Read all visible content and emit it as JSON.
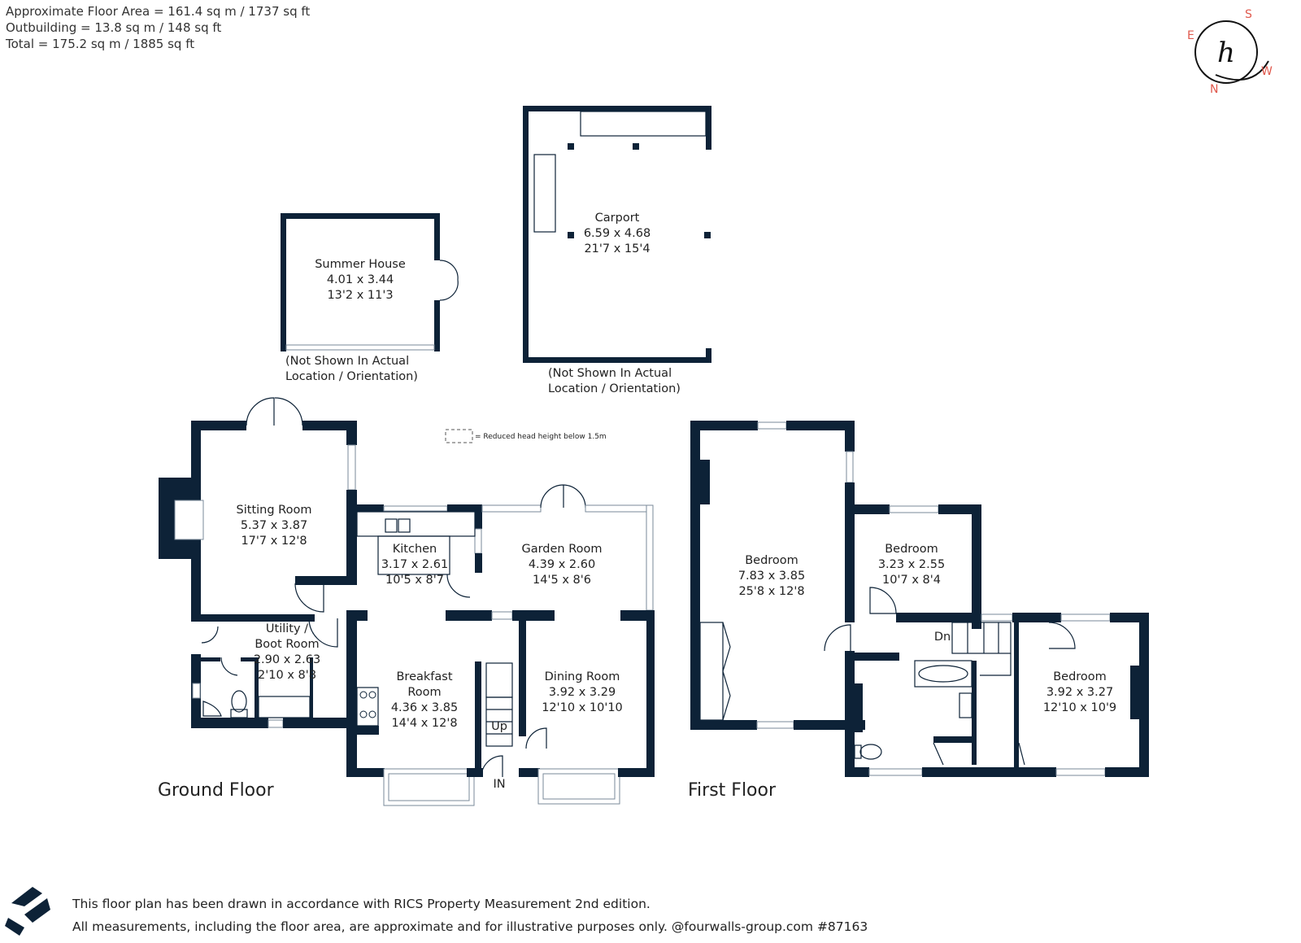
{
  "areas": {
    "floor_area": "Approximate Floor Area = 161.4 sq m / 1737 sq ft",
    "outbuilding": "Outbuilding = 13.8 sq m / 148 sq ft",
    "total": "Total = 175.2 sq m / 1885 sq ft"
  },
  "compass": {
    "n": "N",
    "e": "E",
    "s": "S",
    "w": "W",
    "logo_letter": "h"
  },
  "colors": {
    "wall": "#0d2237",
    "compass": "#e05a4e"
  },
  "legend": {
    "reduced_head_height": "= Reduced head height below 1.5m"
  },
  "rooms": {
    "summer_house": {
      "name": "Summer House",
      "metric": "4.01 x 3.44",
      "imperial": "13'2 x 11'3"
    },
    "carport": {
      "name": "Carport",
      "metric": "6.59 x 4.68",
      "imperial": "21'7 x 15'4"
    },
    "sitting_room": {
      "name": "Sitting Room",
      "metric": "5.37 x 3.87",
      "imperial": "17'7 x 12'8"
    },
    "kitchen": {
      "name": "Kitchen",
      "metric": "3.17 x 2.61",
      "imperial": "10'5 x 8'7"
    },
    "garden_room": {
      "name": "Garden Room",
      "metric": "4.39 x 2.60",
      "imperial": "14'5 x 8'6"
    },
    "utility": {
      "name1": "Utility /",
      "name2": "Boot Room",
      "metric": "2.90 x 2.63",
      "imperial": "2'10 x 8'8"
    },
    "breakfast": {
      "name1": "Breakfast",
      "name2": "Room",
      "metric": "4.36 x 3.85",
      "imperial": "14'4 x 12'8"
    },
    "dining": {
      "name": "Dining Room",
      "metric": "3.92 x 3.29",
      "imperial": "12'10 x 10'10"
    },
    "bedroom1": {
      "name": "Bedroom",
      "metric": "7.83 x 3.85",
      "imperial": "25'8 x 12'8"
    },
    "bedroom2": {
      "name": "Bedroom",
      "metric": "3.23 x 2.55",
      "imperial": "10'7 x 8'4"
    },
    "bedroom3": {
      "name": "Bedroom",
      "metric": "3.92 x 3.27",
      "imperial": "12'10 x 10'9"
    }
  },
  "notes": {
    "summer_house_1": "(Not Shown In Actual",
    "summer_house_2": "Location / Orientation)",
    "carport_1": "(Not Shown In Actual",
    "carport_2": "Location / Orientation)"
  },
  "stairs": {
    "up": "Up",
    "dn": "Dn",
    "in": "IN"
  },
  "floors": {
    "ground": "Ground Floor",
    "first": "First Floor"
  },
  "footer": {
    "line1": "This floor plan has been drawn in accordance with RICS Property Measurement 2nd edition.",
    "line2": "All measurements, including the floor area, are approximate and for illustrative purposes only. @fourwalls-group.com #87163"
  }
}
